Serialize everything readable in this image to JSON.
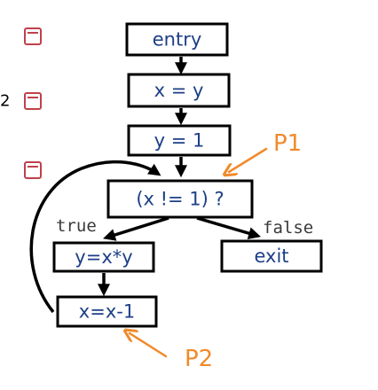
{
  "nodes": {
    "entry": "entry",
    "assign_x": "x = y",
    "assign_y": "y = 1",
    "condition": "(x != 1) ?",
    "exit": "exit",
    "multiply": "y=x*y",
    "decrement": "x=x-1"
  },
  "edge_labels": {
    "true_branch": "true",
    "false_branch": "false"
  },
  "annotations": {
    "p1": "P1",
    "p2": "P2"
  },
  "margin": {
    "line_number": "2"
  },
  "colors": {
    "node_text": "#1d3f88",
    "annotation": "#f08a2a",
    "marker": "#c0414b",
    "edge_label": "#3a3a3a"
  }
}
